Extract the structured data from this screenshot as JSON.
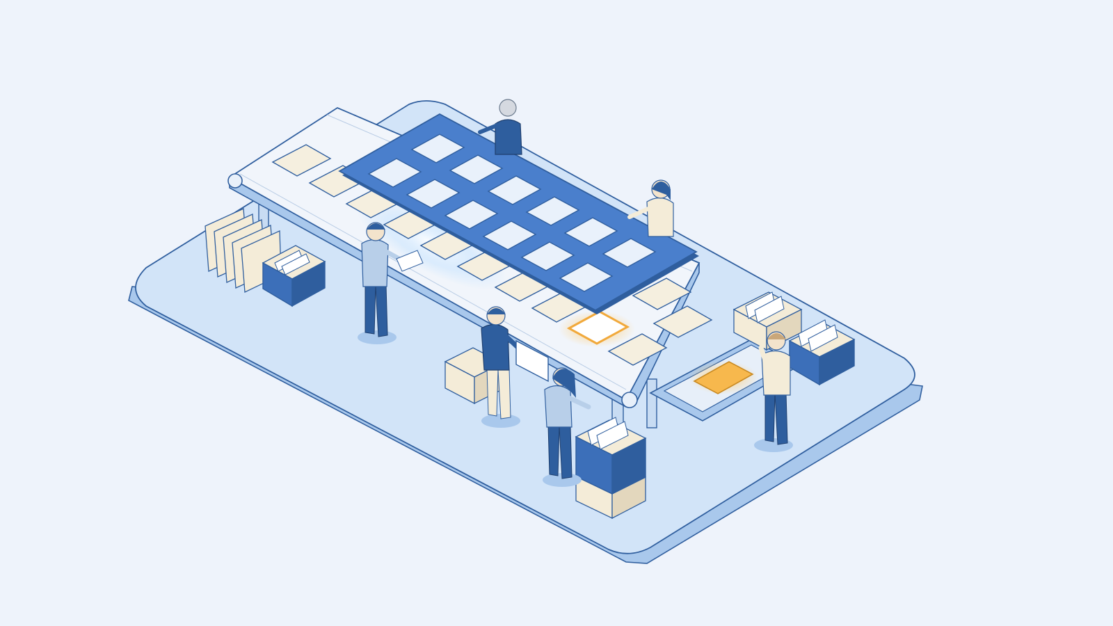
{
  "scene": {
    "colors": {
      "background": "#eef3fb",
      "platform_top": "#d2e4f8",
      "platform_side": "#a9c8ec",
      "outline": "#2f5e9e",
      "template_frame": "#4a7fcc",
      "card_fill": "#f5efdf",
      "highlight_orange": "#f1a93b",
      "person_blue": "#2e5e9e",
      "person_light": "#b8cfe9",
      "skin": "#f3e3cc",
      "crate_blue": "#3c6fb9",
      "crate_cream": "#f4ecd8"
    },
    "people": [
      "supervisor-person",
      "reviewer-person-right",
      "sorter-person-left",
      "tablet-operator-person",
      "filing-person",
      "inspector-person-tray"
    ],
    "icons": [
      "template-grid-icon",
      "conveyor-belt-icon",
      "filing-crate-icon",
      "document-card-icon",
      "output-tray-icon",
      "tablet-icon"
    ]
  }
}
